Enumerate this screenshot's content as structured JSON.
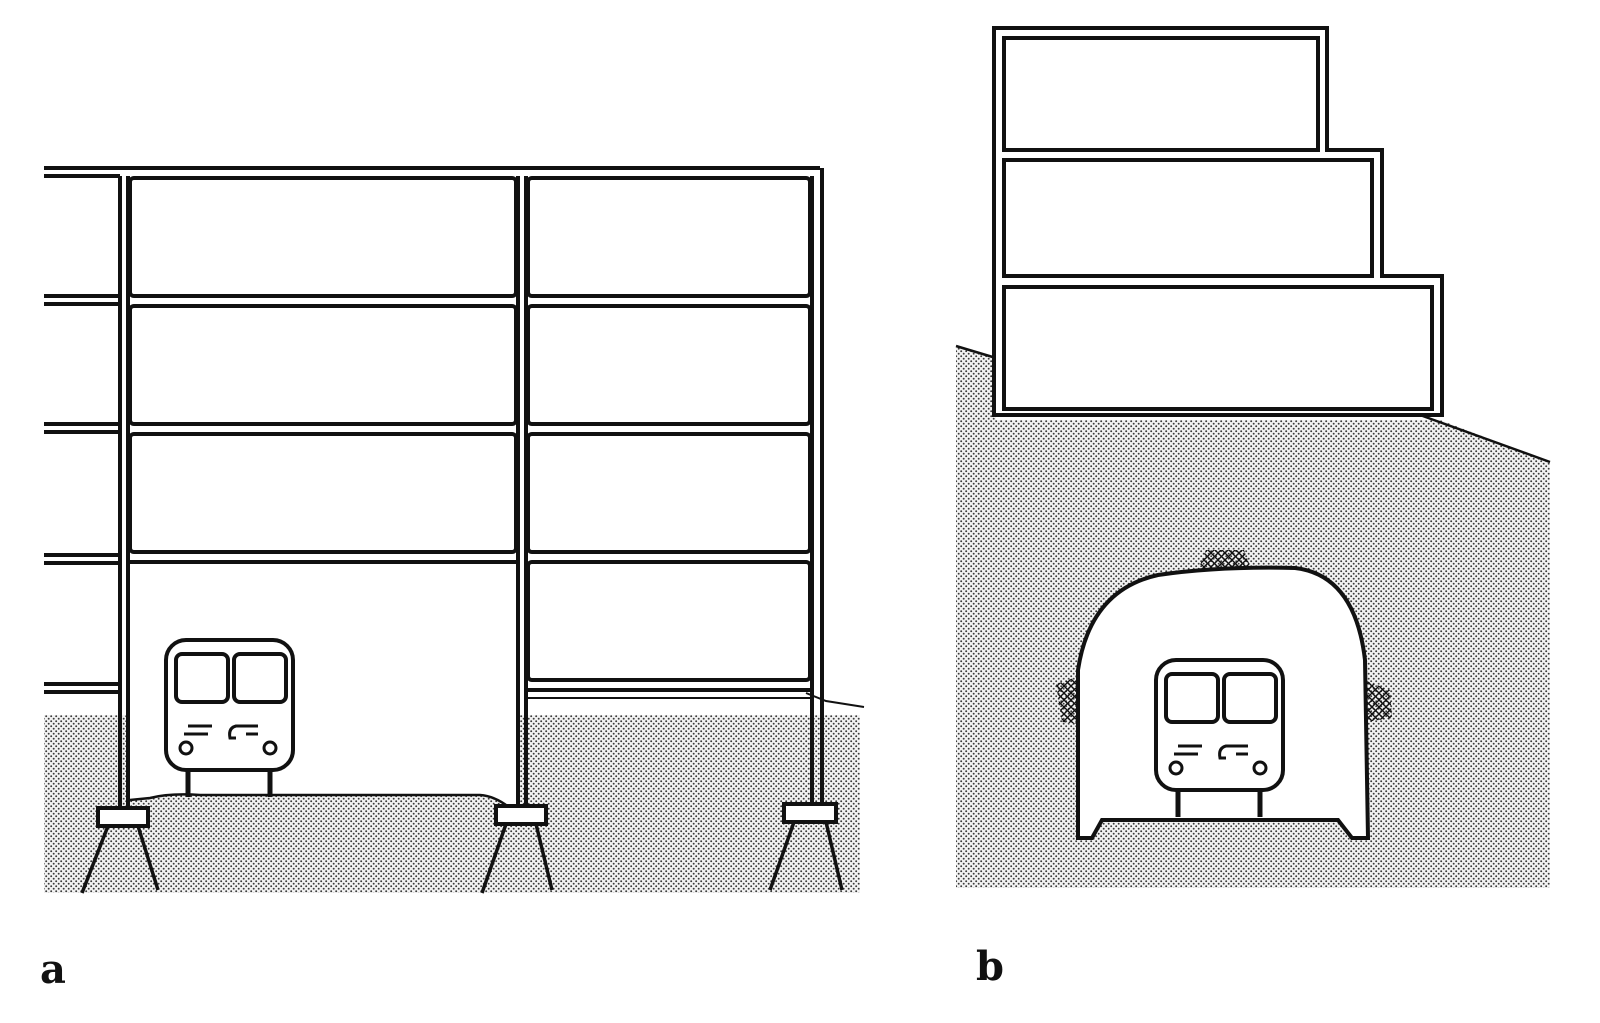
{
  "panels": {
    "a": {
      "label": "a"
    },
    "b": {
      "label": "b"
    }
  },
  "colors": {
    "ink": "#111111",
    "paper": "#ffffff",
    "soil_dot": "#3a3a3a",
    "soil_bg": "#f2f2f2"
  },
  "icons": {
    "vehicle": "tram-front-icon",
    "reinforcement": "crosshatch-patch"
  }
}
